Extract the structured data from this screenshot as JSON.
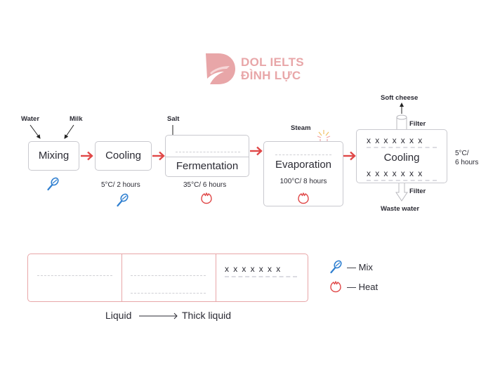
{
  "logo": {
    "line1": "DOL IELTS",
    "line2": "ĐÌNH LỰC",
    "color": "#e8a6a8"
  },
  "colors": {
    "arrow": "#e04848",
    "mix_icon": "#2f7fd0",
    "heat_icon": "#e04848",
    "box_border": "#c9c9cf",
    "legend_border": "#e8a6a8"
  },
  "process": {
    "inputs": {
      "water": "Water",
      "milk": "Milk",
      "salt": "Salt"
    },
    "steps": [
      {
        "label": "Mixing",
        "condition": "",
        "icon": "whisk-icon"
      },
      {
        "label": "Cooling",
        "condition": "5°C/ 2 hours",
        "icon": "whisk-icon"
      },
      {
        "label": "Fermentation",
        "condition": "35°C/ 6 hours",
        "icon": "flame-icon"
      },
      {
        "label": "Evaporation",
        "condition": "100°C/ 8 hours",
        "icon": "flame-icon"
      },
      {
        "label": "Cooling",
        "condition_line1": "5°C/",
        "condition_line2": "6 hours"
      }
    ],
    "steam": "Steam",
    "outputs": {
      "top": "Soft cheese",
      "bottom": "Waste water",
      "filter_top": "Filter",
      "filter_bottom": "Filter"
    },
    "x_row": "xxxxxxx"
  },
  "legend": {
    "x_row": "xxxxxxx",
    "caption_from": "Liquid",
    "caption_to": "Thick liquid",
    "items": [
      {
        "icon": "whisk-icon",
        "label": "— Mix"
      },
      {
        "icon": "flame-icon",
        "label": "— Heat"
      }
    ]
  }
}
